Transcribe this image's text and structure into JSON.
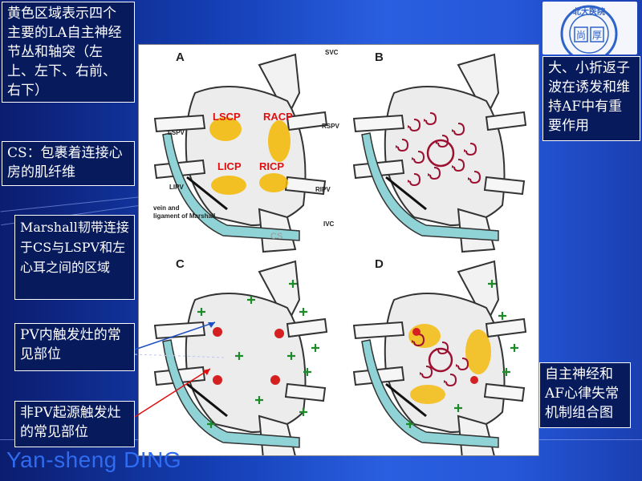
{
  "notes": {
    "note1": "黄色区域表示四个主要的LA自主神经节丛和轴突（左上、左下、右前、右下）",
    "note2": "CS：包裹着连接心房的肌纤维",
    "note3": "Marshall韧带连接于CS与LSPV和左心耳之间的区域",
    "note4": "PV内触发灶的常见部位",
    "note5": "非PV起源触发灶的常见部位",
    "note6": "大、小折返子波在诱发和维持AF中有重要作用",
    "note7": "自主神经和AF心律失常机制组合图"
  },
  "figure": {
    "panels": [
      "A",
      "B",
      "C",
      "D"
    ],
    "ganglia": [
      "LSCP",
      "RACP",
      "LICP",
      "RICP"
    ],
    "veins": [
      "SVC",
      "LSPV",
      "RSPV",
      "LIPV",
      "RIPV",
      "IVC"
    ],
    "marshall": [
      "vein and",
      "ligament of Marshall"
    ],
    "cs": "CS"
  },
  "logo": {
    "text": "北大医院",
    "chars": [
      "尚",
      "厚"
    ]
  },
  "footer": "Yan-sheng DING",
  "colors": {
    "accent": "#e01010",
    "ganglion": "#f5b800",
    "trigger": "#1f8a2a",
    "reentry": "#9c1030"
  }
}
